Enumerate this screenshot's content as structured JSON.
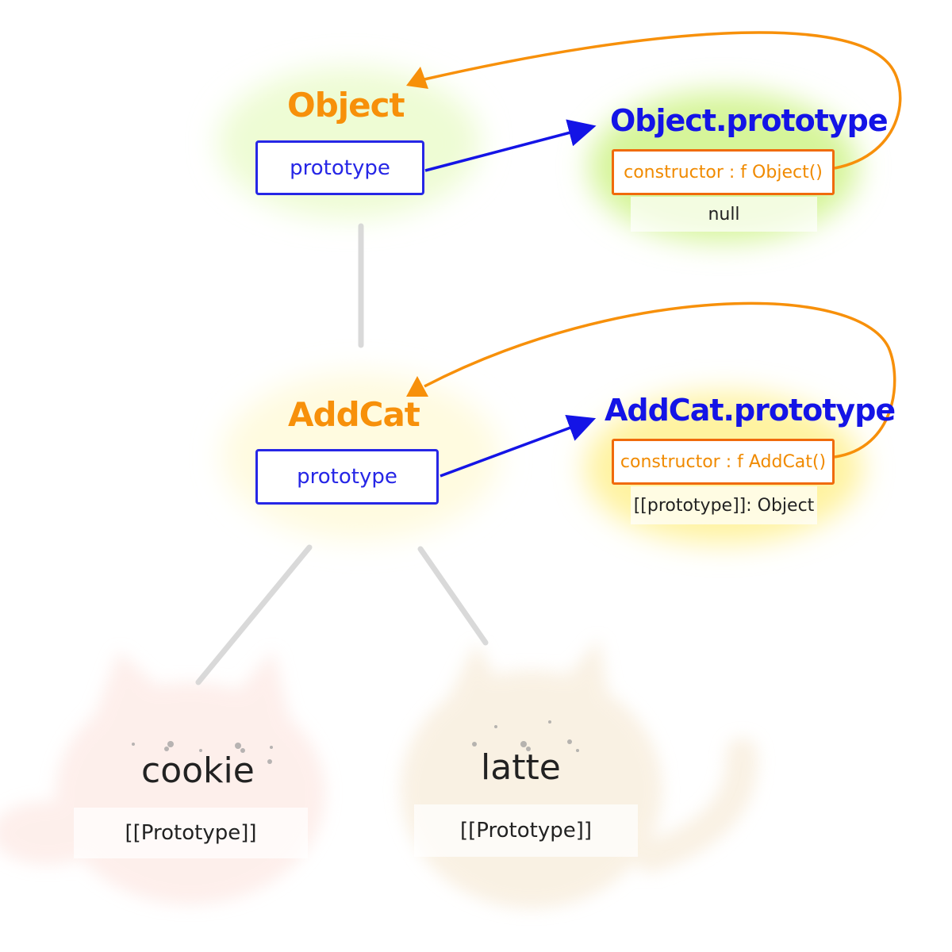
{
  "colors": {
    "orange": "#f7900a",
    "blue": "#1414e6",
    "green_blob": "#d6f59a",
    "yellow_blob": "#fff7a8",
    "cookie_blob": "#fde7e2",
    "latte_blob": "#f8ecd8"
  },
  "nodes": {
    "object": {
      "title": "Object",
      "prototype_label": "prototype"
    },
    "object_prototype": {
      "title": "Object.prototype",
      "constructor_label": "constructor : f Object()",
      "proto_value": "null"
    },
    "addcat": {
      "title": "AddCat",
      "prototype_label": "prototype"
    },
    "addcat_prototype": {
      "title": "AddCat.prototype",
      "constructor_label": "constructor : f AddCat()",
      "proto_value": "[[prototype]]: Object"
    },
    "cookie": {
      "name": "cookie",
      "proto_label": "[[Prototype]]"
    },
    "latte": {
      "name": "latte",
      "proto_label": "[[Prototype]]"
    }
  }
}
